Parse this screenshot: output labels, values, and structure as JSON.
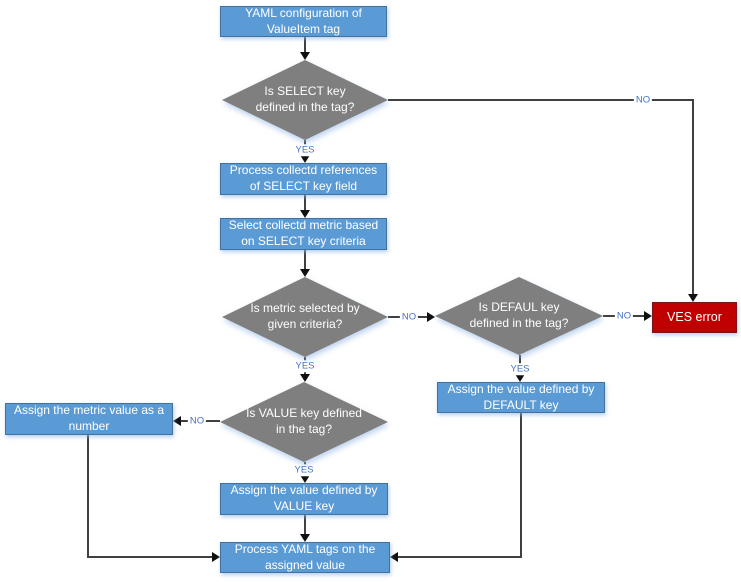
{
  "diagram": {
    "type": "flowchart",
    "topic": "YAML ValueItem tag processing"
  },
  "labels": {
    "yes": "YES",
    "no": "NO"
  },
  "nodes": {
    "yaml_config": {
      "label": "YAML configuration of ValueItem tag",
      "type": "process"
    },
    "is_select_key": {
      "label": "Is SELECT key defined in the tag?",
      "type": "decision"
    },
    "process_references": {
      "label": "Process collectd references of SELECT key field",
      "type": "process"
    },
    "select_metric": {
      "label": "Select collectd metric based on SELECT key criteria",
      "type": "process"
    },
    "is_metric_selected": {
      "label": "Is metric selected by given criteria?",
      "type": "decision"
    },
    "is_default_key": {
      "label": "Is DEFAUL key defined in the tag?",
      "type": "decision"
    },
    "ves_error": {
      "label": "VES error",
      "type": "error"
    },
    "assign_default": {
      "label": "Assign the value defined by DEFAULT key",
      "type": "process"
    },
    "is_value_key": {
      "label": "Is VALUE key defined in the tag?",
      "type": "decision"
    },
    "assign_metric": {
      "label": "Assign the metric value as a number",
      "type": "process"
    },
    "assign_value": {
      "label": "Assign the value defined by VALUE key",
      "type": "process"
    },
    "process_yaml_tags": {
      "label": "Process YAML tags on the assigned value",
      "type": "process"
    }
  },
  "colors": {
    "process_fill": "#5B9BD5",
    "process_border": "#41719C",
    "decision_fill": "#7F7F7F",
    "error_fill": "#C00000",
    "error_border": "#7F1416",
    "edge_label_text": "#4472C4",
    "connector_line": "#404040",
    "node_text": "#FFFFFF"
  }
}
